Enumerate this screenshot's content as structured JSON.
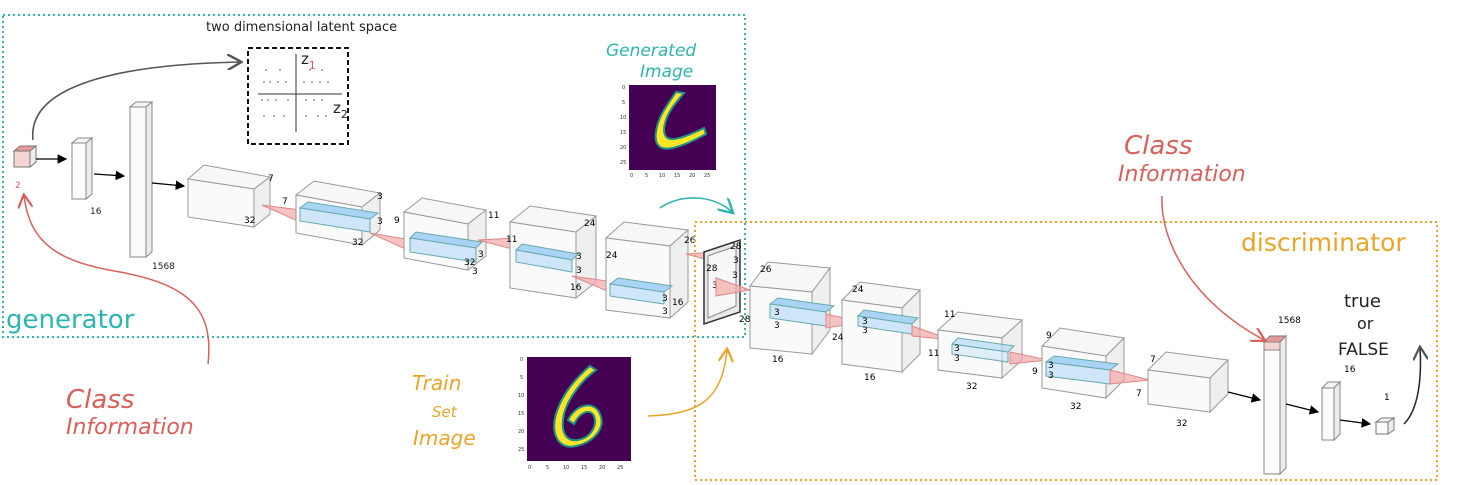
{
  "labels": {
    "latent_space": "two dimensional latent space",
    "z1_axis": "z",
    "z1_sub": "1",
    "z2_axis": "z",
    "z2_sub": "2",
    "generated_image_line1": "Generated",
    "generated_image_line2": "Image",
    "train_set_line1": "Train",
    "train_set_line2": "Set",
    "train_set_line3": "Image",
    "class_info_left_line1": "Class",
    "class_info_left_line2": "Information",
    "class_info_right_line1": "Class",
    "class_info_right_line2": "Information",
    "generator": "generator",
    "discriminator": "discriminator",
    "output_line1": "true",
    "output_line2": "or",
    "output_line3": "FALSE"
  },
  "colors": {
    "generator_box": "#2eb5b0",
    "discriminator_box": "#e8a52a",
    "class_info": "#d9605a",
    "arrow_dark": "#555555",
    "viridis_bg": "#440154",
    "viridis_fg": "#fde725",
    "viridis_mid": "#21918c",
    "conv_kernel": "#a9d4f5",
    "conv_cone": "#f4a8a8"
  },
  "generator": {
    "input_dim": "2",
    "dense1": "16",
    "dense2": "1568",
    "block1": {
      "w": "7",
      "d": "32"
    },
    "block2": {
      "h": "7",
      "d": "32",
      "k1": "3",
      "k2": "3",
      "w2": "9"
    },
    "block3": {
      "h": "11",
      "d": "32",
      "k1": "3",
      "k2": "3",
      "k3": "3"
    },
    "block4": {
      "h": "11",
      "d": "16",
      "k1": "3",
      "k2": "3",
      "w2": "24"
    },
    "block5": {
      "h": "24",
      "d": "16",
      "k1": "3",
      "k2": "3"
    },
    "output": {
      "h": "28",
      "w": "26",
      "k1": "3",
      "k2": "3",
      "d": "28"
    }
  },
  "discriminator": {
    "input_h": "28",
    "input_k": "3",
    "input_d": "28",
    "block1": {
      "h": "26",
      "d": "16",
      "k1": "3",
      "k2": "3"
    },
    "block2": {
      "h": "24",
      "w": "24",
      "d": "16",
      "k1": "3",
      "k2": "3"
    },
    "block3": {
      "h": "11",
      "w": "11",
      "d": "32",
      "k1": "3",
      "k2": "3"
    },
    "block4": {
      "h": "9",
      "w": "9",
      "d": "32",
      "k1": "3",
      "k2": "3"
    },
    "block5": {
      "h": "7",
      "w": "7",
      "d": "32"
    },
    "dense1": "1568",
    "dense2": "16",
    "output": "1"
  },
  "mnist_ticks": {
    "generated_y": [
      "0",
      "5",
      "10",
      "15",
      "20",
      "25"
    ],
    "generated_x": [
      "0",
      "5",
      "10",
      "15",
      "20",
      "25"
    ],
    "train_y": [
      "0",
      "5",
      "10",
      "15",
      "20",
      "25"
    ],
    "train_x": [
      "0",
      "5",
      "10",
      "15",
      "20",
      "25"
    ]
  }
}
